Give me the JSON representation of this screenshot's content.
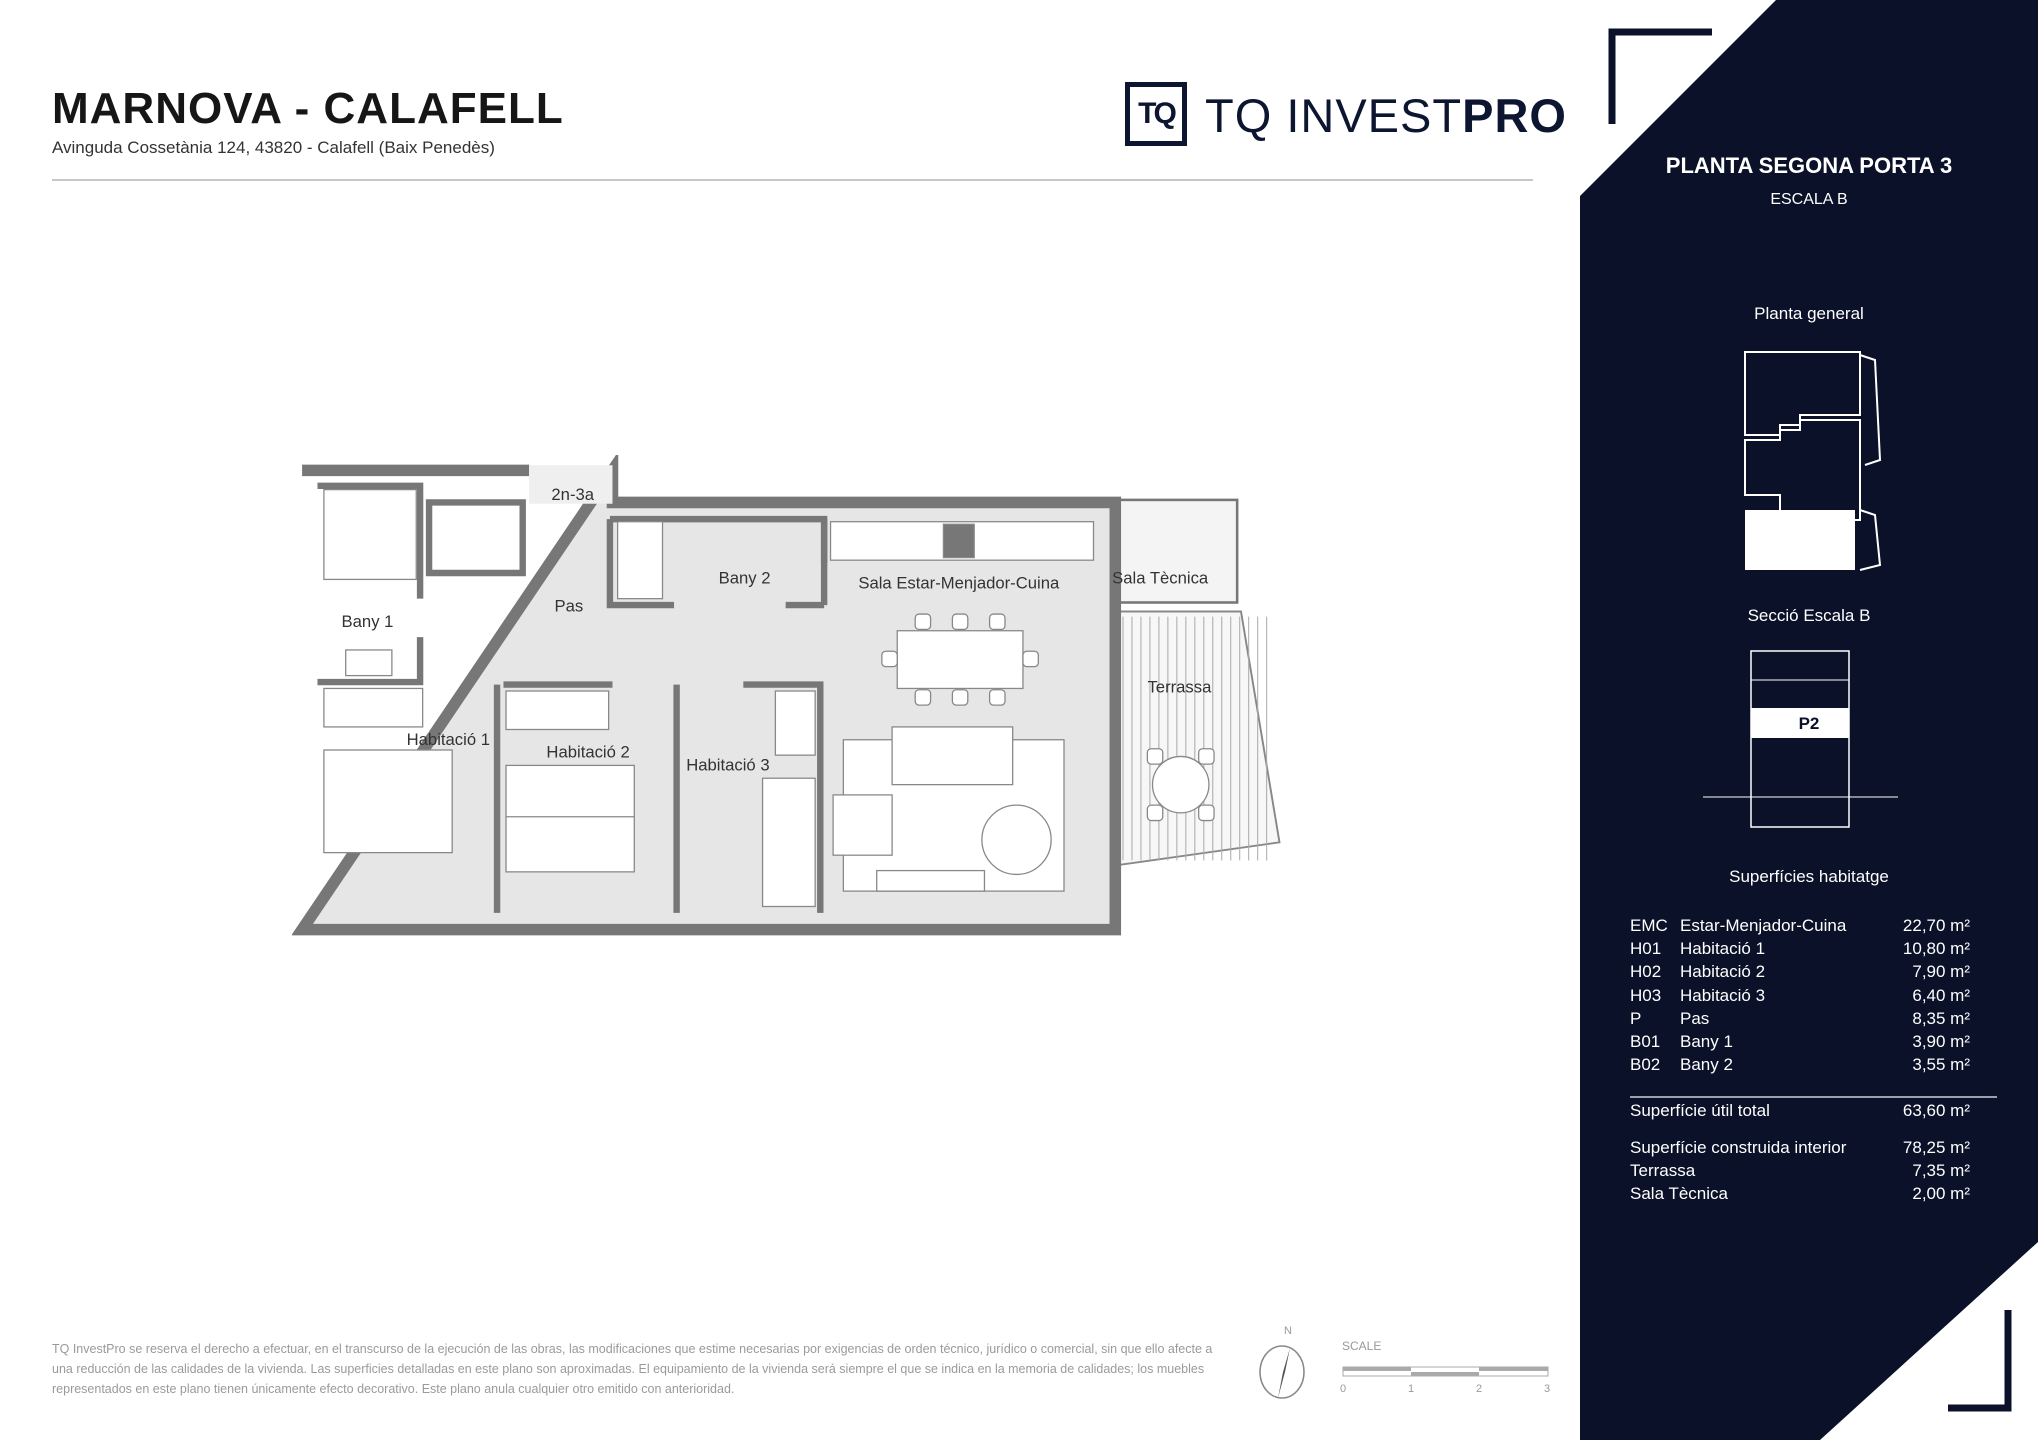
{
  "header": {
    "title": "MARNOVA - CALAFELL",
    "address": "Avinguda Cossetània 124, 43820 - Calafell (Baix Penedès)"
  },
  "logo": {
    "mark": "TQ",
    "text_light": "TQ INVEST",
    "text_bold": "PRO"
  },
  "panel": {
    "title": "PLANTA SEGONA PORTA 3",
    "stair": "ESCALA B",
    "general_heading": "Planta general",
    "section_heading": "Secció Escala B",
    "section_floor": "P2",
    "areas_heading": "Superfícies habitatge",
    "rooms": [
      {
        "code": "EMC",
        "name": "Estar-Menjador-Cuina",
        "area": "22,70 m²"
      },
      {
        "code": "H01",
        "name": "Habitació 1",
        "area": "10,80 m²"
      },
      {
        "code": "H02",
        "name": "Habitació 2",
        "area": "7,90 m²"
      },
      {
        "code": "H03",
        "name": "Habitació 3",
        "area": "6,40 m²"
      },
      {
        "code": "P",
        "name": "Pas",
        "area": "8,35 m²"
      },
      {
        "code": "B01",
        "name": "Bany 1",
        "area": "3,90 m²"
      },
      {
        "code": "B02",
        "name": "Bany 2",
        "area": "3,55 m²"
      }
    ],
    "total": {
      "label": "Superfície útil total",
      "area": "63,60 m²"
    },
    "extra": [
      {
        "label": "Superfície construida interior",
        "area": "78,25 m²"
      },
      {
        "label": "Terrassa",
        "area": "7,35 m²"
      },
      {
        "label": "Sala Tècnica",
        "area": "2,00 m²"
      }
    ],
    "colors": {
      "panel": "#0a1128"
    }
  },
  "plan": {
    "labels": {
      "entry": "2n-3a",
      "pas": "Pas",
      "bany1": "Bany 1",
      "bany2": "Bany 2",
      "sala": "Sala Estar-Menjador-Cuina",
      "tecnica": "Sala Tècnica",
      "terrassa": "Terrassa",
      "hab1": "Habitació 1",
      "hab2": "Habitació 2",
      "hab3": "Habitació 3"
    }
  },
  "footer": {
    "disclaimer": "TQ InvestPro se reserva el derecho a efectuar, en el transcurso de la ejecución de las obras, las modificaciones que estime necesarias por exigencias de orden técnico, jurídico o comercial, sin que ello afecte a una reducción de las calidades de la vivienda. Las superficies detalladas en este plano son aproximadas. El equipamiento de la vivienda será siempre el que se indica en la memoria de calidades; los muebles representados en este plano tienen únicamente efecto decorativo. Este plano anula cualquier otro emitido con anterioridad.",
    "north": "N",
    "scale_label": "SCALE",
    "scale_ticks": [
      "0",
      "1",
      "2",
      "3"
    ]
  }
}
